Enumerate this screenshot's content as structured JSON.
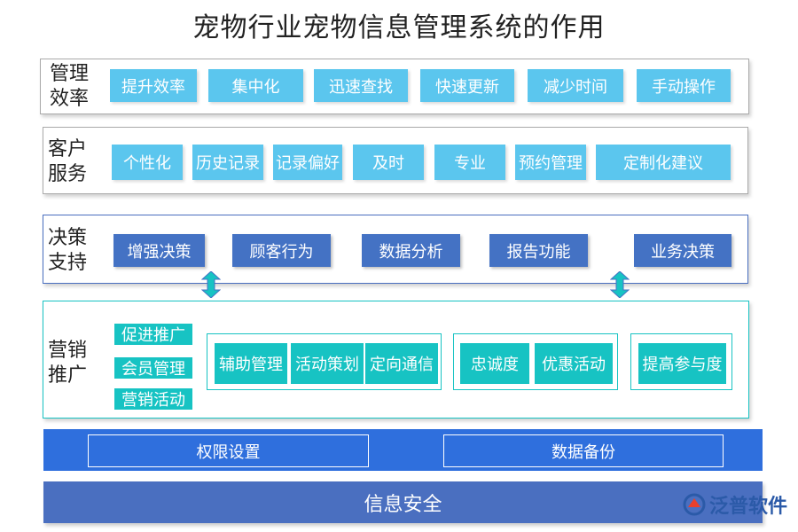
{
  "title": "宠物行业宠物信息管理系统的作用",
  "sections": {
    "mgmt": {
      "label": "管理\n效率",
      "items": [
        "提升效率",
        "集中化",
        "迅速查找",
        "快速更新",
        "减少时间",
        "手动操作"
      ]
    },
    "service": {
      "label": "客户\n服务",
      "items": [
        "个性化",
        "历史记录",
        "记录偏好",
        "及时",
        "专业",
        "预约管理",
        "定制化建议"
      ]
    },
    "decision": {
      "label": "决策\n支持",
      "items": [
        "增强决策",
        "顾客行为",
        "数据分析",
        "报告功能",
        "业务决策"
      ]
    },
    "marketing": {
      "label": "营销\n推广",
      "left_items": [
        "促进推广",
        "会员管理",
        "营销活动"
      ],
      "group1": [
        "辅助管理",
        "活动策划",
        "定向通信"
      ],
      "group2": [
        "忠诚度",
        "优惠活动"
      ],
      "group3": [
        "提高参与度"
      ]
    }
  },
  "permission_bar": {
    "items": [
      "权限设置",
      "数据备份"
    ]
  },
  "security_bar": {
    "label": "信息安全"
  },
  "logo": {
    "text": "泛普软件"
  },
  "colors": {
    "light_blue": "#5bc6ee",
    "navy": "#4472c4",
    "teal": "#17c3c3",
    "bar_blue": "#2f6fdd"
  }
}
